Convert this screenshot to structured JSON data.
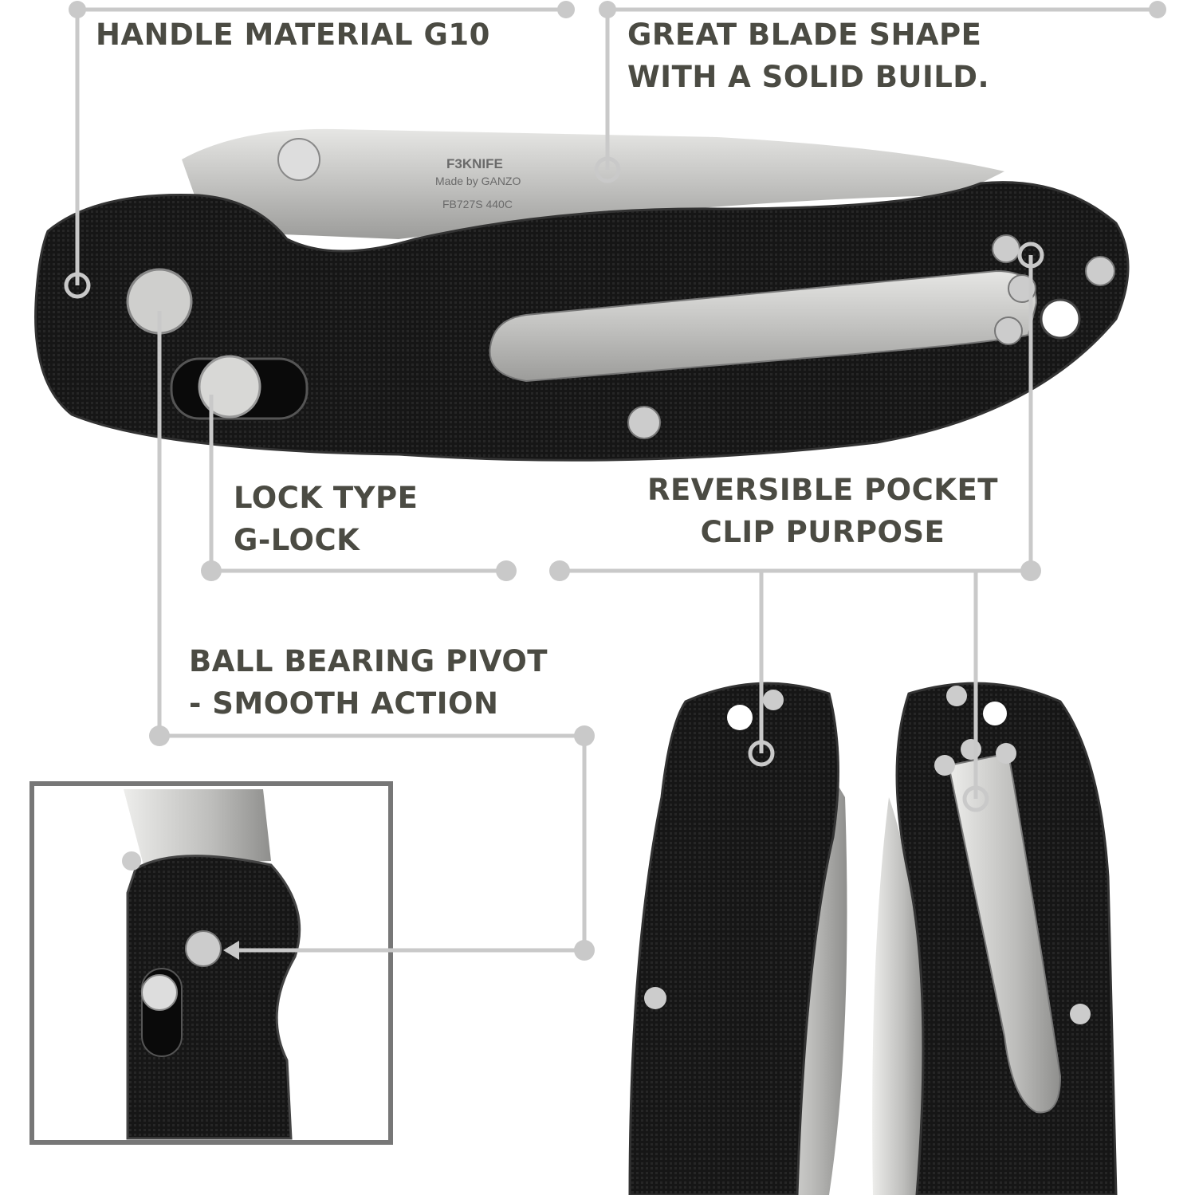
{
  "callouts": {
    "handle": {
      "line1": "HANDLE MATERIAL G10"
    },
    "blade": {
      "line1": "GREAT BLADE SHAPE",
      "line2": "WITH A SOLID BUILD."
    },
    "lock": {
      "line1": "LOCK TYPE",
      "line2": "G-LOCK"
    },
    "clip": {
      "line1": "REVERSIBLE POCKET",
      "line2": "CLIP PURPOSE"
    },
    "pivot": {
      "line1": "BALL BEARING PIVOT",
      "line2": "- SMOOTH ACTION"
    }
  },
  "blade_marking": {
    "brand": "F3KNIFE",
    "maker": "Made by GANZO",
    "model": "FB727S 440C"
  },
  "colors": {
    "text": "#4b4b43",
    "callout_line": "#c9c9c9",
    "handle": "#151515",
    "steel": "#c4c4c2"
  }
}
